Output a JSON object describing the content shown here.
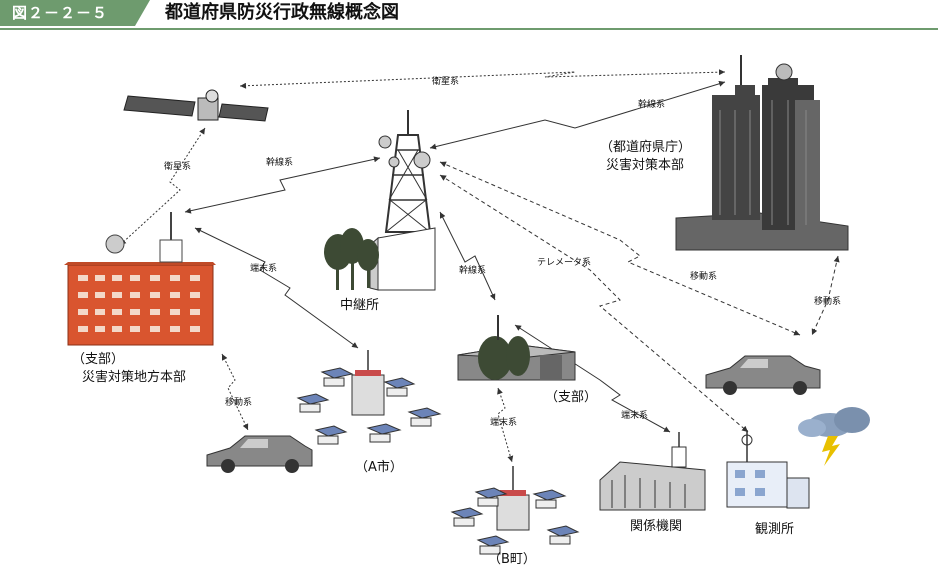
{
  "header": {
    "figure_number": "図２－２－５",
    "title": "都道府県防災行政無線概念図"
  },
  "nodes": {
    "prefecture_line1": "（都道府県庁）",
    "prefecture_line2": "災害対策本部",
    "relay": "中継所",
    "branch_line1": "（支部）",
    "branch_line2": "災害対策地方本部",
    "branch2": "（支部）",
    "city_a": "（A市）",
    "town_b": "（B町）",
    "related_org": "関係機関",
    "observatory": "観測所"
  },
  "links": {
    "satellite_top": "衛星系",
    "satellite_left": "衛星系",
    "trunk_right": "幹線系",
    "trunk_left": "幹線系",
    "trunk_center": "幹線系",
    "terminal_left": "端末系",
    "terminal_center": "端末系",
    "terminal_right": "端末系",
    "telemeter": "テレメータ系",
    "mobile_right": "移動系",
    "mobile_right2": "移動系",
    "mobile_left": "移動系"
  }
}
